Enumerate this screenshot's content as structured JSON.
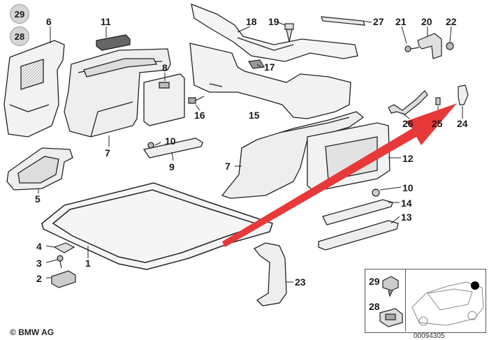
{
  "labels": {
    "c29": "29",
    "c28": "28",
    "p6": "6",
    "p11": "11",
    "p18": "18",
    "p19": "19",
    "p27": "27",
    "p21": "21",
    "p20": "20",
    "p22": "22",
    "p8": "8",
    "p17": "17",
    "p16": "16",
    "p15": "15",
    "p26": "26",
    "p25": "25",
    "p24": "24",
    "p10a": "10",
    "p9": "9",
    "p7a": "7",
    "p7b": "7",
    "p5": "5",
    "p12": "12",
    "p10b": "10",
    "p14": "14",
    "p13": "13",
    "p4": "4",
    "p3": "3",
    "p2": "2",
    "p1": "1",
    "p23": "23",
    "i29": "29",
    "i28": "28"
  },
  "brand": "BMW AG",
  "diagram_code": "00094305",
  "colors": {
    "arrow": "#e8393a",
    "line": "#222222",
    "shade": "#cfcfcf"
  }
}
